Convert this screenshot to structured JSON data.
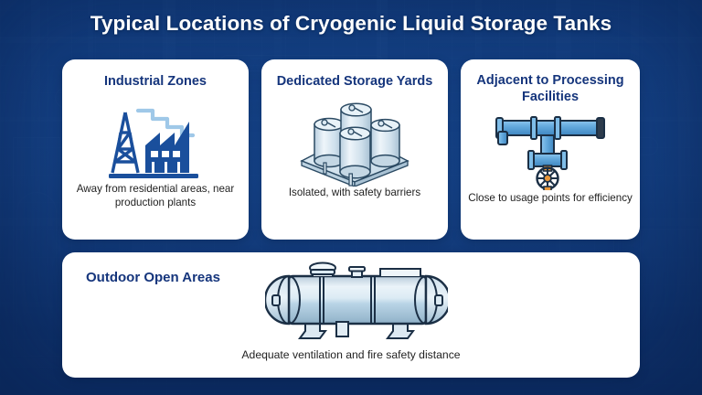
{
  "header": {
    "title": "Typical Locations of Cryogenic Liquid Storage Tanks"
  },
  "theme": {
    "background_blue": "#1a4b94",
    "background_dark_blue": "#123b7d",
    "card_background": "#ffffff",
    "heading_navy": "#15357c",
    "body_text": "#222222",
    "icon_blue": "#1a4f9c",
    "icon_light_blue": "#cfe0ee",
    "accent_orange": "#e8963a"
  },
  "cards": [
    {
      "id": "industrial-zones",
      "heading": "Industrial Zones",
      "body": "Away from residential areas, near production plants",
      "icon": "factory-derrick-icon"
    },
    {
      "id": "dedicated-storage-yards",
      "heading": "Dedicated Storage Yards",
      "body": "Isolated, with safety barriers",
      "icon": "storage-tanks-cluster-icon"
    },
    {
      "id": "adjacent-to-processing-facilities",
      "heading": "Adjacent to Processing Facilities",
      "body": "Close to usage points for efficiency",
      "icon": "pipe-valve-icon"
    },
    {
      "id": "outdoor-open-areas",
      "heading": "Outdoor Open Areas",
      "body": "Adequate ventilation and fire safety distance",
      "icon": "horizontal-storage-tank-icon"
    }
  ]
}
